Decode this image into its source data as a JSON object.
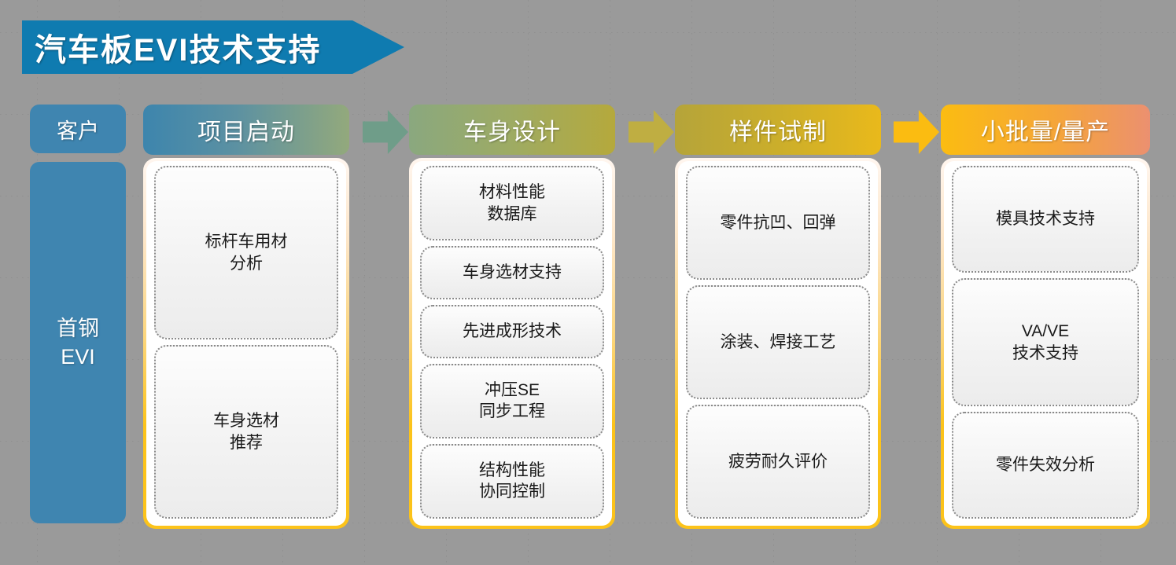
{
  "title": {
    "text": "汽车板EVI技术支持",
    "background_color": "#0f7bb0",
    "text_color": "#ffffff"
  },
  "customer_column": {
    "header_label": "客户",
    "body_label": "首钢\nEVI",
    "body_line1": "首钢",
    "body_line2": "EVI",
    "color": "#3f85b0"
  },
  "stages": [
    {
      "header_label": "项目启动",
      "header_gradient_from": "#3d85ad",
      "header_gradient_to": "#93a97c",
      "items": [
        {
          "line1": "标杆车用材",
          "line2": "分析"
        },
        {
          "line1": "车身选材",
          "line2": "推荐"
        }
      ]
    },
    {
      "header_label": "车身设计",
      "header_gradient_from": "#8aa87f",
      "header_gradient_to": "#b5a93c",
      "items": [
        {
          "line1": "材料性能",
          "line2": "数据库"
        },
        {
          "line1": "车身选材支持",
          "line2": ""
        },
        {
          "line1": "先进成形技术",
          "line2": ""
        },
        {
          "line1": "冲压SE",
          "line2": "同步工程"
        },
        {
          "line1": "结构性能",
          "line2": "协同控制"
        }
      ]
    },
    {
      "header_label": "样件试制",
      "header_gradient_from": "#b5a43a",
      "header_gradient_to": "#e9b91b",
      "items": [
        {
          "line1": "零件抗凹、回弹",
          "line2": ""
        },
        {
          "line1": "涂装、焊接工艺",
          "line2": ""
        },
        {
          "line1": "疲劳耐久评价",
          "line2": ""
        }
      ]
    },
    {
      "header_label": "小批量/量产",
      "header_gradient_from": "#fbbc11",
      "header_gradient_to": "#eb9070",
      "items": [
        {
          "line1": "模具技术支持",
          "line2": ""
        },
        {
          "line1": "VA/VE",
          "line2": "技术支持"
        },
        {
          "line1": "零件失效分析",
          "line2": ""
        }
      ]
    }
  ],
  "arrows": [
    {
      "color": "#6f9d89",
      "name": "arrow-stage1-to-stage2"
    },
    {
      "color": "#bfae42",
      "name": "arrow-stage2-to-stage3"
    },
    {
      "color": "#fbbc11",
      "name": "arrow-stage3-to-stage4"
    }
  ],
  "frame_border": {
    "gradient_from": "#fff6ef",
    "gradient_to": "#fcc31a"
  },
  "card_style": {
    "border_color": "#8a8a8a",
    "fill_from": "#fdfdfd",
    "fill_to": "#ececec"
  }
}
